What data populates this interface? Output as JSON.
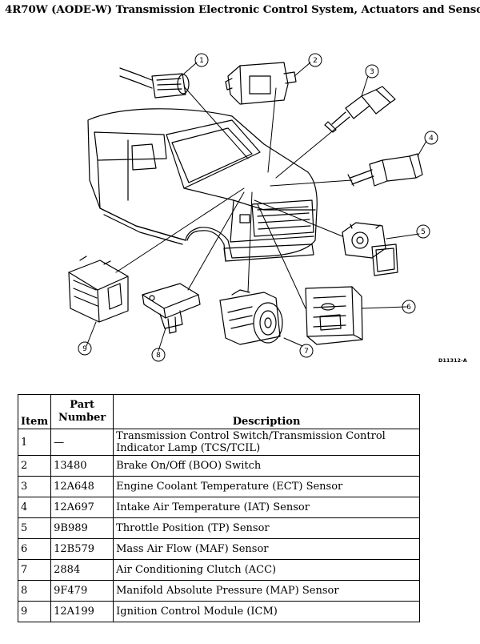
{
  "title": "4R70W (AODE-W) Transmission Electronic Control System, Actuators and Sensors",
  "figure_code": "D11312-A",
  "table": {
    "headers": {
      "item": "Item",
      "part_line1": "Part",
      "part_line2": "Number",
      "description": "Description"
    },
    "rows": [
      {
        "item": "1",
        "part": "—",
        "description": "Transmission Control Switch/Transmission Control Indicator Lamp (TCS/TCIL)"
      },
      {
        "item": "2",
        "part": "13480",
        "description": "Brake On/Off (BOO) Switch"
      },
      {
        "item": "3",
        "part": "12A648",
        "description": "Engine Coolant Temperature (ECT) Sensor"
      },
      {
        "item": "4",
        "part": "12A697",
        "description": "Intake Air Temperature (IAT) Sensor"
      },
      {
        "item": "5",
        "part": "9B989",
        "description": "Throttle Position (TP) Sensor"
      },
      {
        "item": "6",
        "part": "12B579",
        "description": "Mass Air Flow (MAF) Sensor"
      },
      {
        "item": "7",
        "part": "2884",
        "description": "Air Conditioning Clutch (ACC)"
      },
      {
        "item": "8",
        "part": "9F479",
        "description": "Manifold Absolute Pressure (MAP) Sensor"
      },
      {
        "item": "9",
        "part": "12A199",
        "description": "Ignition Control Module (ICM)"
      }
    ]
  },
  "callouts": [
    "1",
    "2",
    "3",
    "4",
    "5",
    "6",
    "7",
    "8",
    "9"
  ]
}
